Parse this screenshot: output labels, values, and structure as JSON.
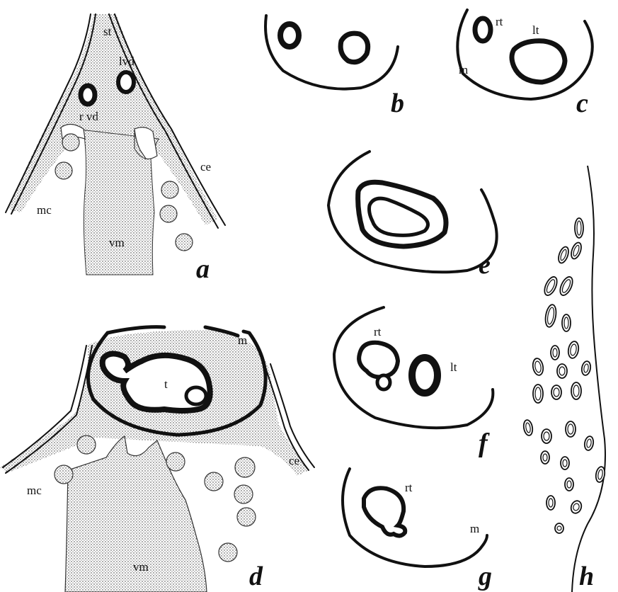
{
  "panels": {
    "a": {
      "letter": "a",
      "st": "st",
      "lvd": "lvd",
      "rvd": "r vd",
      "ce": "ce",
      "mc": "mc",
      "vm": "vm"
    },
    "b": {
      "letter": "b"
    },
    "c": {
      "letter": "c",
      "rt": "rt",
      "lt": "lt",
      "m": "m"
    },
    "d": {
      "letter": "d",
      "m": "m",
      "t": "t",
      "ce": "ce",
      "mc": "mc",
      "vm": "vm"
    },
    "e": {
      "letter": "e"
    },
    "f": {
      "letter": "f",
      "rt": "rt",
      "lt": "lt"
    },
    "g": {
      "letter": "g",
      "rt": "rt",
      "m": "m"
    },
    "h": {
      "letter": "h"
    }
  }
}
